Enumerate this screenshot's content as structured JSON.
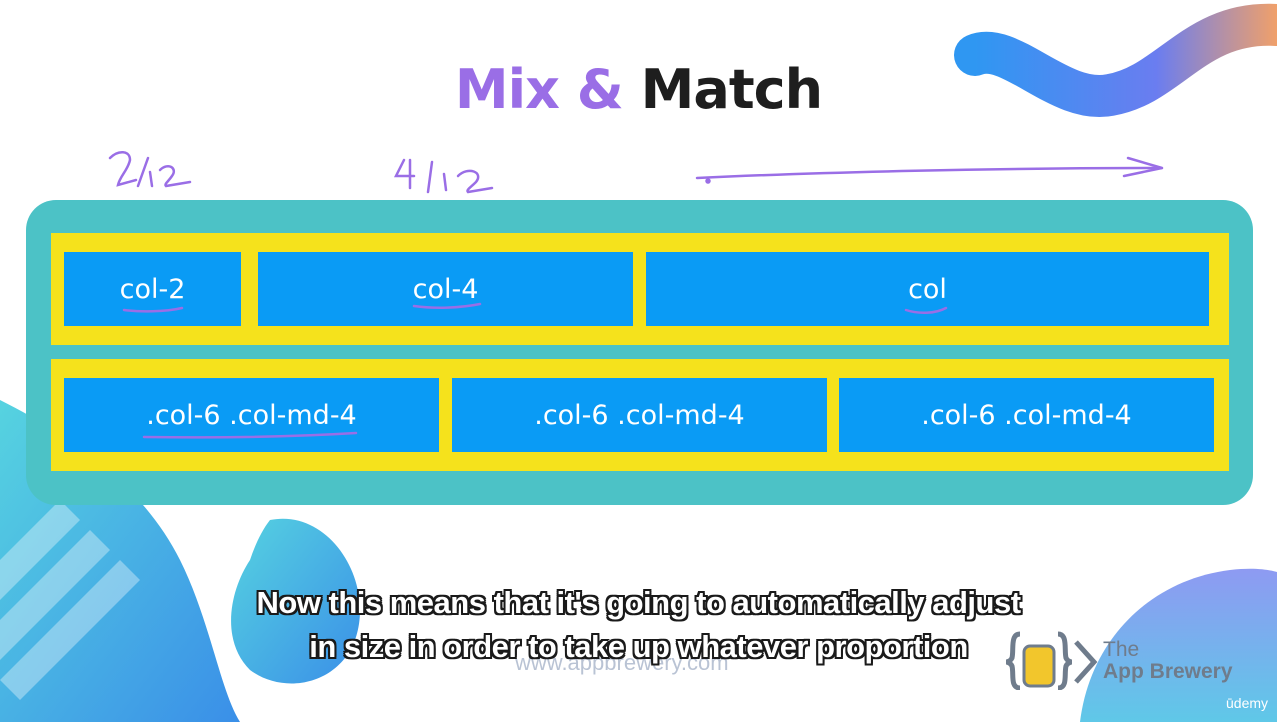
{
  "slide": {
    "title_part1": "Mix &",
    "title_part2": "Match",
    "annotations": {
      "fraction_left": "2/12",
      "fraction_mid": "4/12"
    }
  },
  "grid": {
    "row1": [
      {
        "label": "col-2"
      },
      {
        "label": "col-4"
      },
      {
        "label": "col"
      }
    ],
    "row2": [
      {
        "label": ".col-6 .col-md-4"
      },
      {
        "label": ".col-6 .col-md-4"
      },
      {
        "label": ".col-6 .col-md-4"
      }
    ]
  },
  "captions": {
    "line1": "Now this means that it's going to automatically adjust",
    "line2": "in size in order to take up whatever proportion"
  },
  "footer": {
    "url": "www.appbrewery.com",
    "brand_the": "The",
    "brand_name": "App Brewery",
    "platform": "ūdemy"
  },
  "colors": {
    "panel": "#4cc2c6",
    "row_border": "#f5e21c",
    "cell": "#0a9bf5",
    "title_accent": "#9a6ee6",
    "ink": "#9a6ee6"
  }
}
